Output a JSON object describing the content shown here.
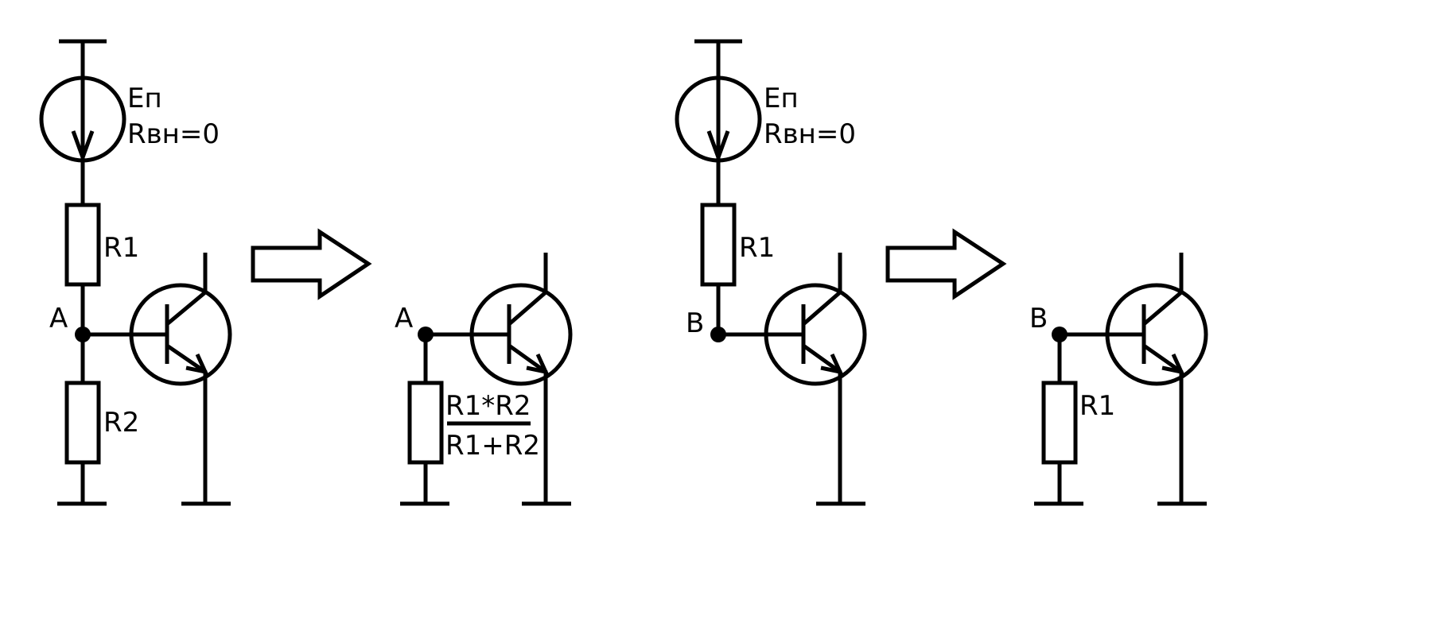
{
  "diagrams": [
    {
      "id": "source-divider",
      "source_name": "Еп",
      "source_resistance": "Rвн=0",
      "node": "A",
      "r_top": "R1",
      "r_bottom": "R2"
    },
    {
      "id": "divider-equivalent",
      "node": "A",
      "r_eq_numerator": "R1*R2",
      "r_eq_denominator": "R1+R2"
    },
    {
      "id": "source-single",
      "source_name": "Еп",
      "source_resistance": "Rвн=0",
      "node": "B",
      "r_top": "R1"
    },
    {
      "id": "single-equivalent",
      "node": "B",
      "r_bottom": "R1"
    }
  ]
}
